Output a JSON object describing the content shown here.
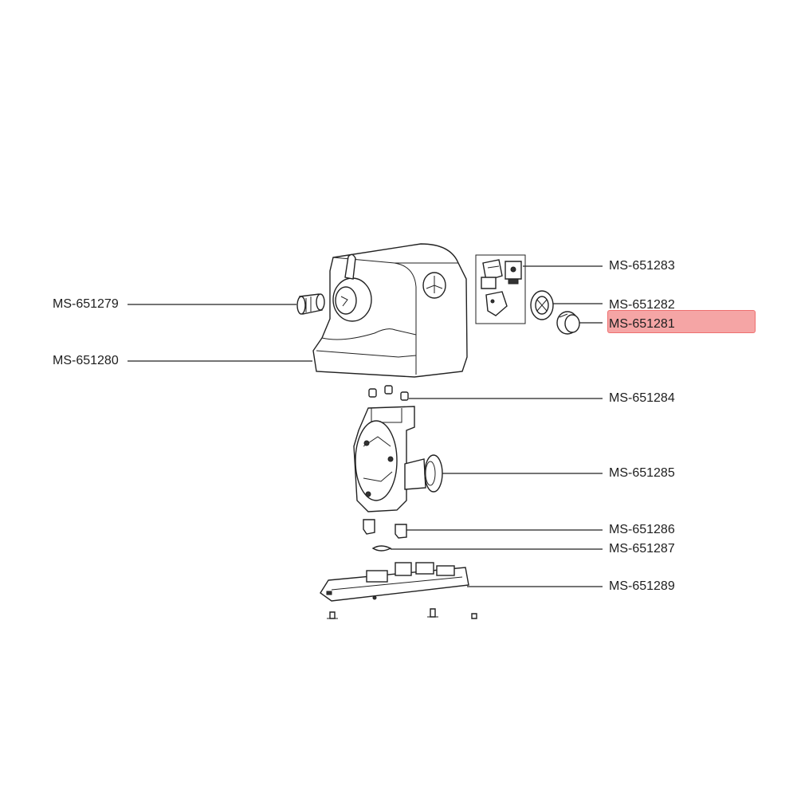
{
  "highlight": {
    "part_number": "MS-651281",
    "color": "#f5a5a5"
  },
  "parts": {
    "p279": "MS-651279",
    "p280": "MS-651280",
    "p283": "MS-651283",
    "p282": "MS-651282",
    "p281": "MS-651281",
    "p284": "MS-651284",
    "p285": "MS-651285",
    "p286": "MS-651286",
    "p287": "MS-651287",
    "p289": "MS-651289"
  }
}
